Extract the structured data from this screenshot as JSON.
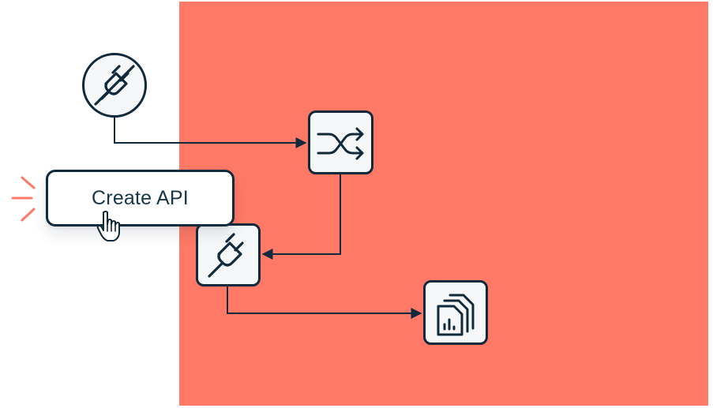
{
  "diagram": {
    "colors": {
      "accent_panel": "#ff7966",
      "outline": "#0f2a3c",
      "node_fill": "#f6f7f8",
      "burst": "#ff7966"
    },
    "nodes": [
      {
        "id": "plug-source",
        "icon": "plug-disconnected-icon",
        "shape": "circle"
      },
      {
        "id": "shuffle",
        "icon": "shuffle-icon",
        "shape": "rounded-square"
      },
      {
        "id": "plug-target",
        "icon": "plug-icon",
        "shape": "rounded-square"
      },
      {
        "id": "report",
        "icon": "report-documents-icon",
        "shape": "rounded-square"
      }
    ],
    "edges": [
      {
        "from": "plug-source",
        "to": "shuffle"
      },
      {
        "from": "shuffle",
        "to": "plug-target"
      },
      {
        "from": "plug-target",
        "to": "report"
      }
    ],
    "button": {
      "label": "Create API"
    },
    "cursor": {
      "icon": "hand-pointer-icon"
    },
    "burst": {
      "icon": "click-burst-icon"
    }
  }
}
